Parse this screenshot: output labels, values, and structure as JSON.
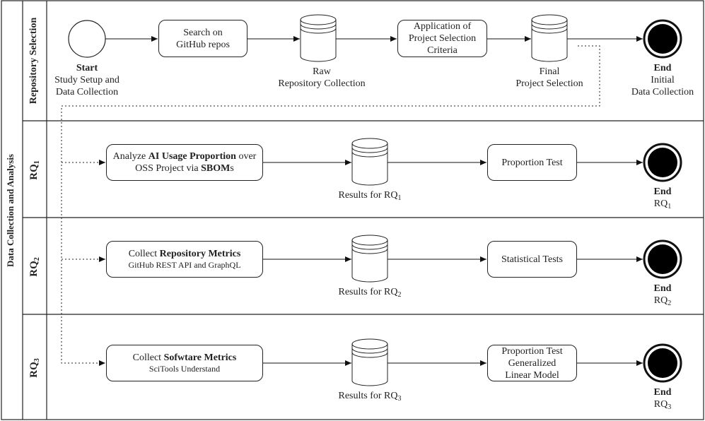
{
  "outer_label": "Data Collection and Analysis",
  "lanes": {
    "repo": "Repository Selection",
    "rq1": "RQ",
    "rq2": "RQ",
    "rq3": "RQ",
    "rq1_sub": "1",
    "rq2_sub": "2",
    "rq3_sub": "3"
  },
  "repo": {
    "start_bold": "Start",
    "start_line1": "Study Setup and",
    "start_line2": "Data Collection",
    "search_line1": "Search on",
    "search_line2": "GitHub repos",
    "raw_line1": "Raw",
    "raw_line2": "Repository Collection",
    "criteria_line1": "Application of",
    "criteria_line2": "Project Selection",
    "criteria_line3": "Criteria",
    "final_line1": "Final",
    "final_line2": "Project Selection",
    "end_bold": "End",
    "end_line1": "Initial",
    "end_line2": "Data Collection"
  },
  "rq1": {
    "task_pre": "Analyze ",
    "task_bold1": "AI Usage Proportion",
    "task_mid": " over",
    "task_line2_pre": "OSS Project via ",
    "task_bold2": "SBOM",
    "task_post": "s",
    "results": "Results for RQ",
    "results_sub": "1",
    "test": "Proportion Test",
    "end_bold": "End",
    "end_label": "RQ",
    "end_sub": "1"
  },
  "rq2": {
    "task_pre": "Collect ",
    "task_bold": "Repository Metrics",
    "task_sub": "GitHub REST API and GraphQL",
    "results": "Results for RQ",
    "results_sub": "2",
    "test": "Statistical Tests",
    "end_bold": "End",
    "end_label": "RQ",
    "end_sub": "2"
  },
  "rq3": {
    "task_pre": "Collect ",
    "task_bold": "Sofwtare Metrics",
    "task_sub": "SciTools Understand",
    "results": "Results for RQ",
    "results_sub": "3",
    "test_line1": "Proportion Test",
    "test_line2": "Generalized",
    "test_line3": "Linear Model",
    "end_bold": "End",
    "end_label": "RQ",
    "end_sub": "3"
  }
}
